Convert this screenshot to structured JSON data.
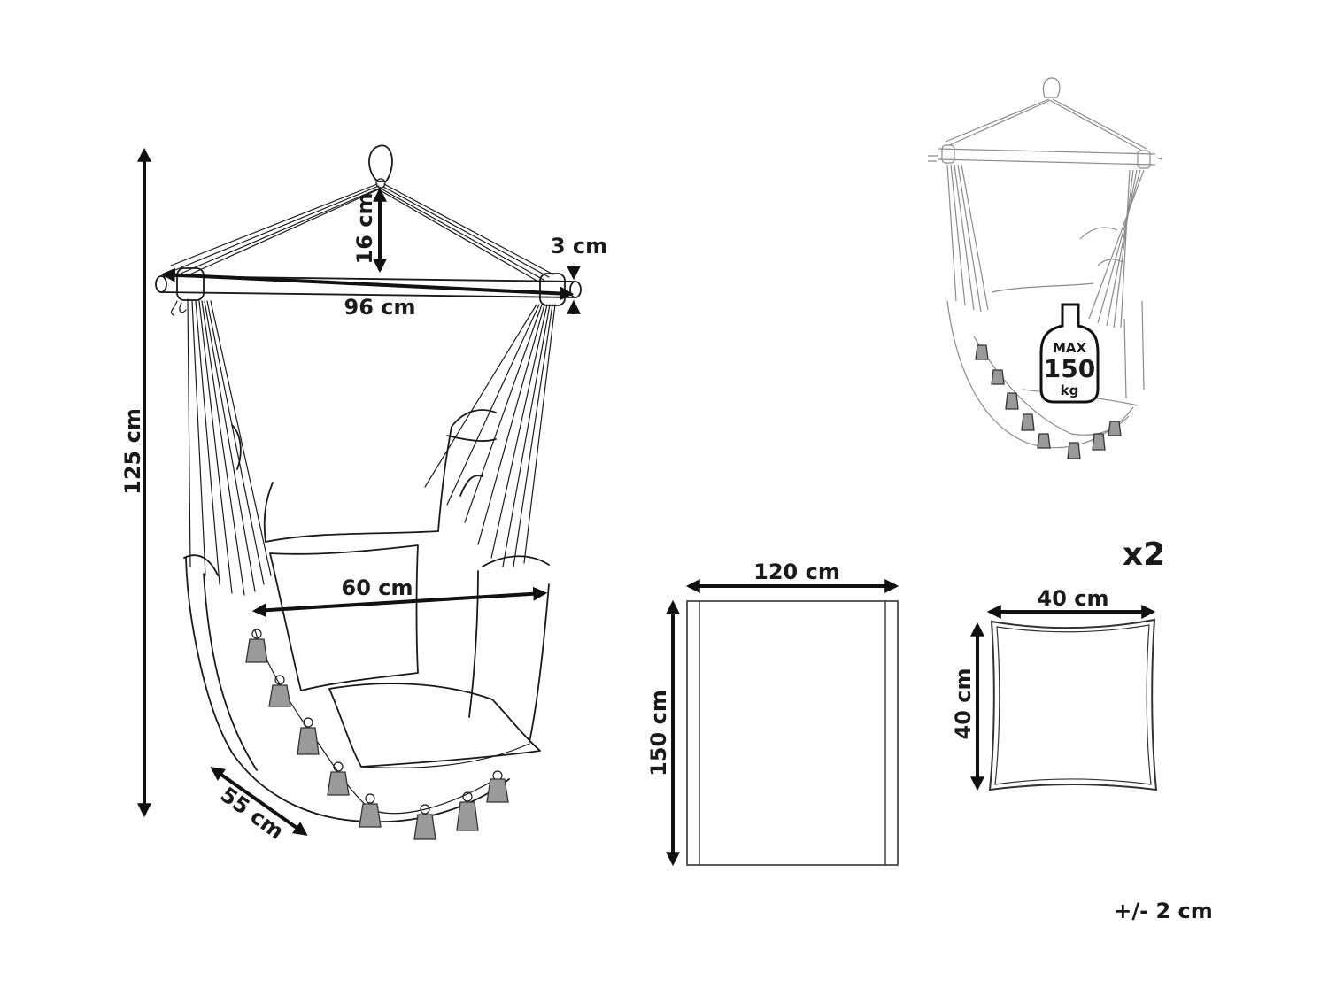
{
  "chair": {
    "overall_height": "125 cm",
    "rope_height": "16 cm",
    "bar_diameter": "3 cm",
    "bar_length": "96 cm",
    "seat_width": "60 cm",
    "seat_depth": "55 cm"
  },
  "blanket": {
    "width": "120 cm",
    "height": "150 cm"
  },
  "cushion": {
    "quantity": "x2",
    "width": "40 cm",
    "height": "40 cm"
  },
  "load_badge": {
    "line1": "MAX",
    "line2": "150",
    "line3": "kg"
  },
  "tolerance": "+/- 2 cm"
}
